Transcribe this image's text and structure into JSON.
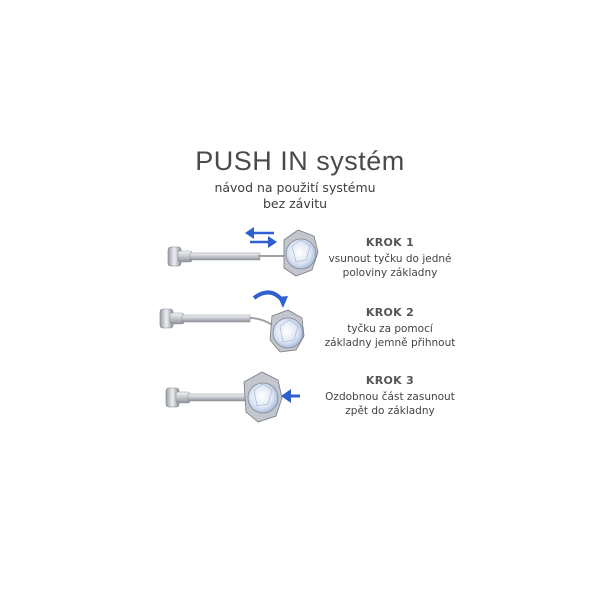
{
  "title": "PUSH IN systém",
  "subtitle_line1": "návod na použití systému",
  "subtitle_line2": "bez závitu",
  "steps": [
    {
      "heading": "KROK 1",
      "line1": "vsunout tyčku do jedné",
      "line2": "poloviny základny"
    },
    {
      "heading": "KROK 2",
      "line1": "tyčku za pomocí",
      "line2": "základny jemně přihnout"
    },
    {
      "heading": "KROK 3",
      "line1": "Ozdobnou část zasunout",
      "line2": "zpět do základny"
    }
  ],
  "colors": {
    "arrow": "#2f5fd0",
    "metal": "#b9bcc2",
    "gem": "#e8eef8",
    "text": "#444444"
  },
  "icons": [
    "double-arrow-icon",
    "curved-arrow-icon",
    "left-arrow-icon"
  ]
}
